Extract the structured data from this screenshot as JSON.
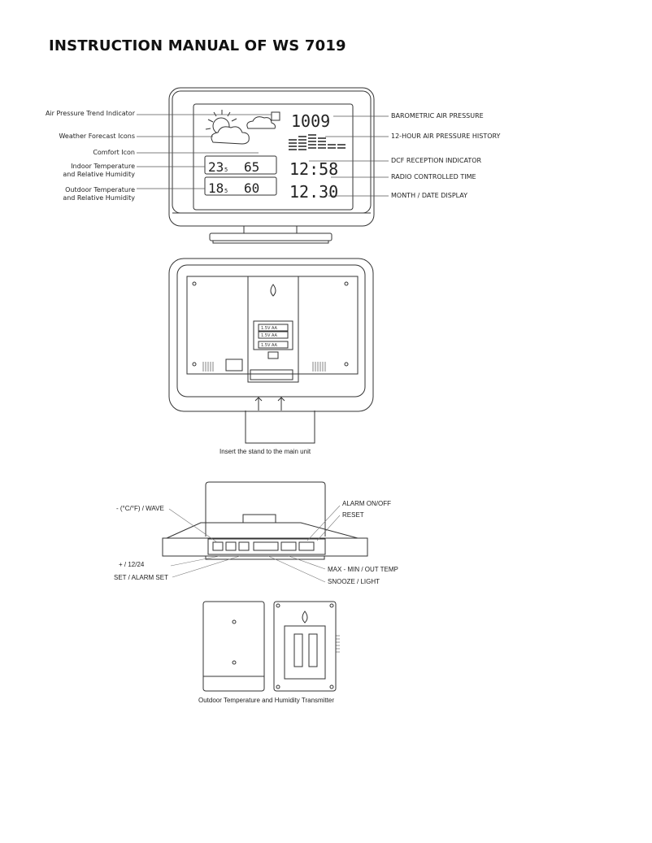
{
  "title": "INSTRUCTION MANUAL OF WS 7019",
  "front_view": {
    "left_labels": [
      "Air Pressure Trend Indicator",
      "Weather Forecast Icons",
      "Comfort Icon",
      "Indoor Temperature",
      "and Relative Humidity",
      "Outdoor Temperature",
      "and Relative Humidity"
    ],
    "right_labels": [
      "BAROMETRIC AIR PRESSURE",
      "12-HOUR AIR PRESSURE HISTORY",
      "DCF RECEPTION INDICATOR",
      "RADIO CONTROLLED TIME",
      "MONTH / DATE DISPLAY"
    ],
    "display": {
      "pressure": "1009",
      "indoor_temp": "23",
      "indoor_temp_decimal": "5",
      "indoor_humidity": "65",
      "outdoor_temp": "18",
      "outdoor_temp_decimal": "5",
      "outdoor_humidity": "60",
      "time": "12:58",
      "date": "12.30"
    }
  },
  "back_view": {
    "batteries": [
      "1.5V AA",
      "1.5V AA",
      "1.5V AA"
    ],
    "caption": "Insert the stand to the main unit"
  },
  "bottom_view": {
    "left_labels": [
      "- (°C/°F) / WAVE",
      "+ /  12/24",
      "SET / ALARM SET"
    ],
    "right_labels": [
      "ALARM ON/OFF",
      "RESET",
      "MAX - MIN / OUT TEMP",
      "SNOOZE / LIGHT"
    ]
  },
  "transmitter": {
    "caption": "Outdoor Temperature and Humidity Transmitter"
  }
}
